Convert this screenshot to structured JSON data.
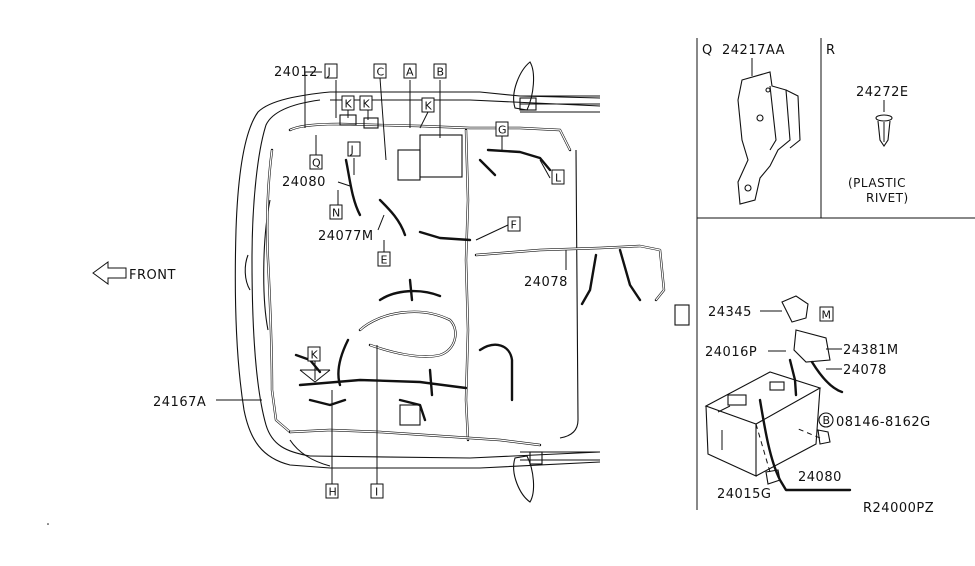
{
  "diagram_id": "R24000PZ",
  "front_label": "FRONT",
  "main_callouts": {
    "p24012": "24012",
    "p24080a": "24080",
    "p24077M": "24077M",
    "p24078a": "24078",
    "p24167A": "24167A"
  },
  "connector_letters": {
    "A": "A",
    "B": "B",
    "C": "C",
    "E": "E",
    "F": "F",
    "G": "G",
    "H": "H",
    "I": "I",
    "J": "J",
    "K": "K",
    "L": "L",
    "M": "M",
    "N": "N",
    "Q": "Q"
  },
  "panel_q": {
    "letter": "Q",
    "part": "24217AA"
  },
  "panel_r": {
    "letter": "R",
    "part": "24272E",
    "note_line1": "(PLASTIC",
    "note_line2": "RIVET)"
  },
  "panel_battery": {
    "p24345": "24345",
    "p24016P": "24016P",
    "p24381M": "24381M",
    "p24078": "24078",
    "bolt_marker": "B",
    "bolt_part": "08146-8162G",
    "p24080": "24080",
    "p24015G": "24015G",
    "m_letter": "M"
  }
}
